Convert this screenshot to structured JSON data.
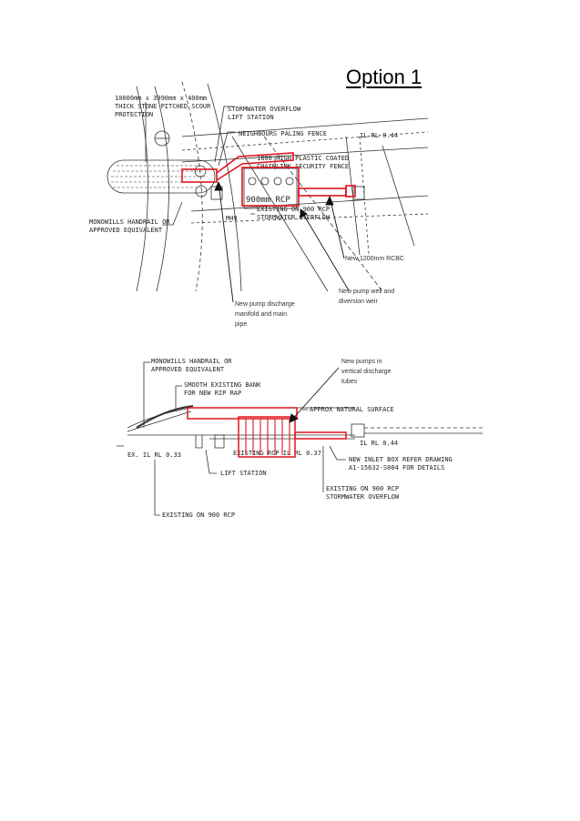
{
  "title": "Option 1",
  "plan": {
    "labels": {
      "scour": [
        "10000mm x 3990mm x 400mm",
        "THICK STONE PITCHED SCOUR",
        "PROTECTION"
      ],
      "lift_station": [
        "STORMWATER OVERFLOW",
        "LIFT STATION"
      ],
      "paling": "NEIGHBOURS PALING FENCE",
      "il_top": "IL RL 0.44",
      "fence": [
        "1800 HIGH PLASTIC COATED",
        "CHAINLINK SECURITY FENCE"
      ],
      "handrail": [
        "MONOWILLS HANDRAIL OR",
        "APPROVED EQUIVALENT"
      ],
      "existing": [
        "EXISTING ON 900 RCP",
        "STORMWATER OVERFLOW"
      ],
      "mh": "MH9",
      "pipe_text": "900mm RCP"
    },
    "notes": {
      "rcbc": "New 1200mm RCBC",
      "pump_well": [
        "New pump well and",
        "diversion weir"
      ],
      "manifold": [
        "New pump discharge",
        "manifold and main",
        "pipe"
      ]
    }
  },
  "section": {
    "labels": {
      "handrail": [
        "MONOWILLS HANDRAIL OR",
        "APPROVED EQUIVALENT"
      ],
      "bank": [
        "SMOOTH EXISTING BANK",
        "FOR NEW RIP RAP"
      ],
      "surface": "APPROX NATURAL SURFACE",
      "ex_il": "EX. IL RL 0.33",
      "rcp_il": "EXISTING RCP IL RL 0.37",
      "il": "IL RL 0.44",
      "lift_station": "LIFT STATION",
      "inlet": [
        "NEW INLET BOX REFER DRAWING",
        "A1-15632-S004 FOR DETAILS"
      ],
      "existing": [
        "EXISTING ON 900 RCP",
        "STORMWATER OVERFLOW"
      ],
      "existing_bottom": "EXISTING ON 900 RCP"
    },
    "notes": {
      "pumps": [
        "New pumps in",
        "vertical discharge",
        "tubes"
      ]
    }
  },
  "colors": {
    "markup": "#e0141e",
    "ink": "#222222"
  }
}
